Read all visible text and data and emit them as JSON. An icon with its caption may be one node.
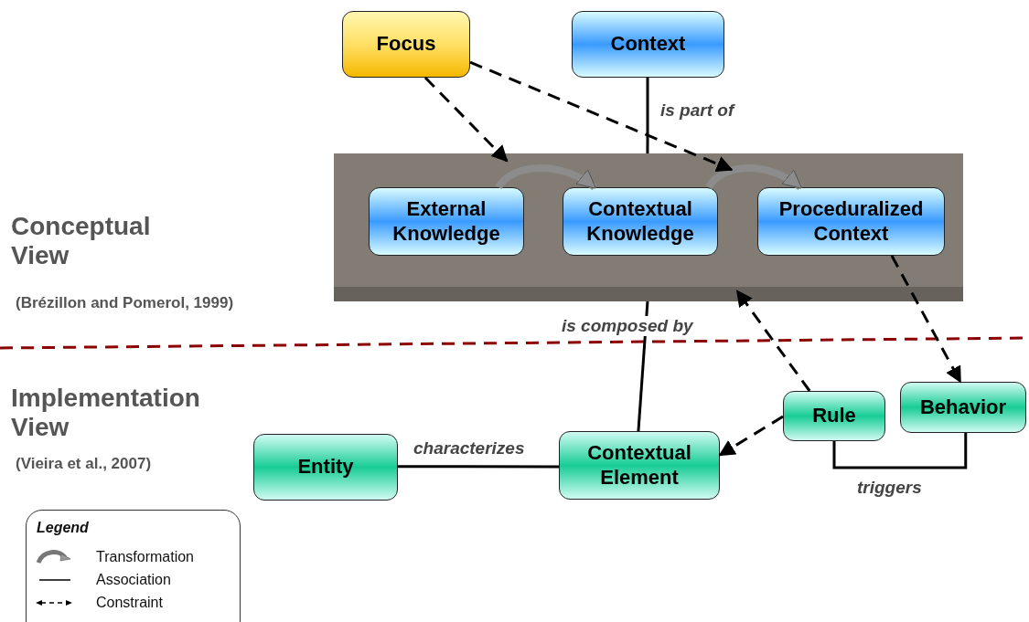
{
  "diagram": {
    "nodes": [
      {
        "text": [
          "Focus"
        ]
      },
      {
        "text": [
          "Context"
        ]
      },
      {
        "text": [],
        "shape": "box"
      },
      {
        "text": [
          "External Knowledge"
        ],
        "in": 2
      },
      {
        "text": [
          "Contextual Knowledge"
        ],
        "in": 2
      },
      {
        "text": [
          "Proceduralized Context"
        ],
        "in": 2
      },
      {
        "text": [
          "Entity"
        ]
      },
      {
        "text": [
          "Contextual Element"
        ]
      },
      {
        "text": [
          "Rule"
        ]
      },
      {
        "text": [
          "Behavior"
        ]
      }
    ],
    "edges": [
      {
        "from": 3,
        "to": 4,
        "arrow": "to",
        "style": "thick",
        "color": "#8c8c8c"
      },
      {
        "from": 4,
        "to": 5,
        "arrow": "to",
        "style": "thick",
        "color": "#8c8c8c"
      },
      {
        "from": 0,
        "to": 2,
        "arrow": "to",
        "style": "dashed"
      },
      {
        "from": 0,
        "to": 2,
        "arrow": "to",
        "style": "dashed"
      },
      {
        "from": 1,
        "to": 2,
        "arrow": "none",
        "label": "is part of"
      },
      {
        "from": 2,
        "to": 7,
        "arrow": "none",
        "label": "is composed by"
      },
      {
        "from": 8,
        "to": 2,
        "arrow": "to",
        "style": "dashed"
      },
      {
        "from": 5,
        "to": 9,
        "arrow": "to",
        "style": "dashed"
      },
      {
        "from": 8,
        "to": 7,
        "arrow": "to",
        "style": "dashed"
      },
      {
        "from": 6,
        "to": 7,
        "arrow": "none",
        "label": "characterizes"
      },
      {
        "from": 8,
        "to": 9,
        "arrow": "none",
        "label": "triggers"
      }
    ],
    "labels": [
      "Conceptual View",
      "(Brézillon and Pomerol, 1999)",
      "Implementation View",
      "(Vieira et al., 2007)",
      "Legend"
    ],
    "legend": [
      {
        "text": "Transformation"
      },
      {
        "text": "Association"
      },
      {
        "text": "Constraint"
      }
    ]
  }
}
